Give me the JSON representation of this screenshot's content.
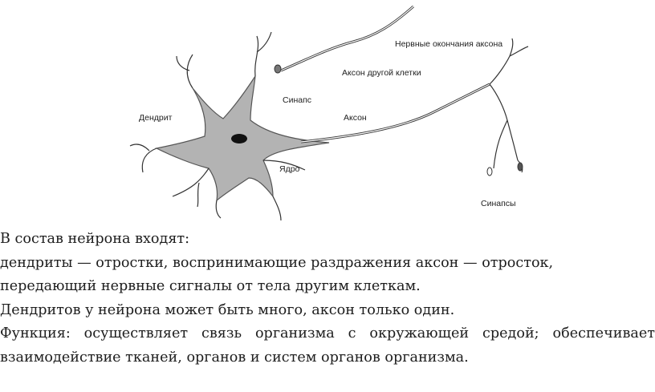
{
  "figure": {
    "labels": {
      "nerve_endings": "Нервные окончания аксона",
      "other_axon": "Аксон другой клетки",
      "synapse": "Синапс",
      "dendrite": "Дендрит",
      "axon": "Аксон",
      "nucleus": "Ядро",
      "synapses": "Синапсы"
    }
  },
  "text": {
    "lines": [
      "В состав нейрона входят:",
      "дендриты — отростки, воспринимающие раздражения аксон — отросток,",
      "передающий нервные сигналы от тела другим клеткам.",
      "Дендритов у нейрона может быть много, аксон только один.",
      "Функция:  осуществляет связь организма с окружающей средой; обеспечивает",
      "взаимодействие тканей, органов и систем органов организма."
    ]
  }
}
